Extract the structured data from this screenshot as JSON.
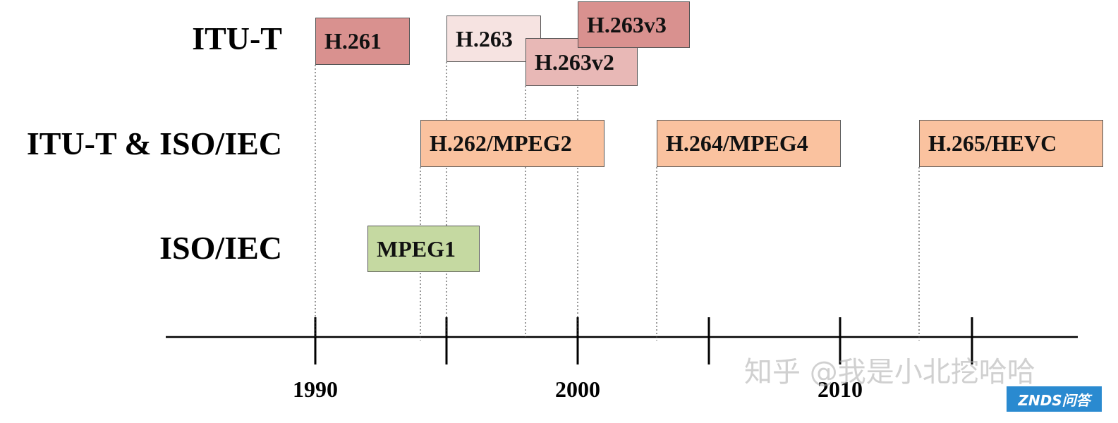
{
  "row_labels": {
    "itu": "ITU-T",
    "joint": "ITU-T & ISO/IEC",
    "iso": "ISO/IEC"
  },
  "codecs": {
    "h261": {
      "label": "H.261",
      "color": "#d9918f"
    },
    "h263": {
      "label": "H.263",
      "color": "#f6e3e1"
    },
    "h263v2": {
      "label": "H.263v2",
      "color": "#e8b8b6"
    },
    "h263v3": {
      "label": "H.263v3",
      "color": "#d9918f"
    },
    "h262": {
      "label": "H.262/MPEG2",
      "color": "#fac29f"
    },
    "h264": {
      "label": "H.264/MPEG4",
      "color": "#fac29f"
    },
    "h265": {
      "label": "H.265/HEVC",
      "color": "#fac29f"
    },
    "mpeg1": {
      "label": "MPEG1",
      "color": "#c5d9a1"
    }
  },
  "axis": {
    "year_labels": [
      "1990",
      "2000",
      "2010"
    ]
  },
  "watermark": {
    "text": "知乎 @我是小北挖哈哈",
    "logo": "ZNDS问答"
  }
}
